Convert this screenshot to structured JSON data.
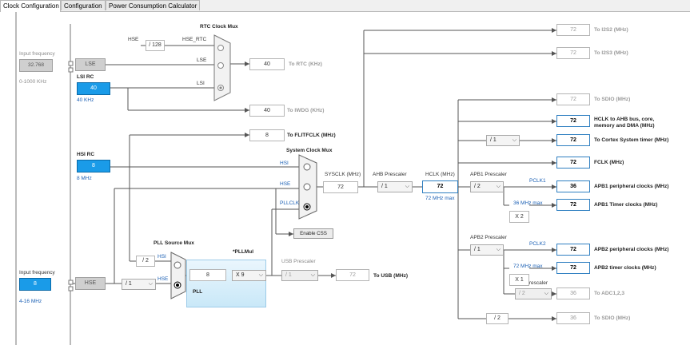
{
  "tabs": [
    "Clock Configuration",
    "Configuration",
    "Power Consumption Calculator"
  ],
  "rtc_mux_title": "RTC Clock Mux",
  "sysclk_mux_title": "System Clock Mux",
  "pll_src_mux_title": "PLL Source Mux",
  "usb_prescaler_title": "USB Prescaler",
  "ahb_prescaler_title": "AHB Prescaler",
  "apb1_prescaler_title": "APB1 Prescaler",
  "apb2_prescaler_title": "APB2 Prescaler",
  "adc_prescaler_title": "ADC Prescaler",
  "lse": {
    "freq_label": "Input frequency",
    "value": "32.768",
    "range": "0-1000 KHz",
    "block": "LSE"
  },
  "lsi": {
    "title": "LSI RC",
    "value": "40",
    "freq": "40 KHz"
  },
  "hsi": {
    "title": "HSI RC",
    "value": "8",
    "freq": "8 MHz"
  },
  "hse": {
    "freq_label": "Input frequency",
    "value": "8",
    "range": "4-16 MHz",
    "block": "HSE"
  },
  "rtc_inputs": {
    "hse": "HSE",
    "div128": "/ 128",
    "hse_rtc": "HSE_RTC",
    "lse": "LSE",
    "lsi": "LSI"
  },
  "rtc_out": {
    "value": "40",
    "label": "To RTC (KHz)"
  },
  "iwdg_out": {
    "value": "40",
    "label": "To IWDG (KHz)"
  },
  "flitf_out": {
    "value": "8",
    "label": "To FLITFCLK (MHz)"
  },
  "sys_inputs": {
    "hsi": "HSI",
    "hse": "HSE",
    "pllclk": "PLLCLK"
  },
  "enable_css": "Enable CSS",
  "sysclk": {
    "label": "SYSCLK (MHz)",
    "value": "72"
  },
  "ahb_div": "/ 1",
  "hclk": {
    "label": "HCLK (MHz)",
    "value": "72",
    "max": "72 MHz max"
  },
  "apb1_div": "/ 2",
  "pclk1": {
    "label": "PCLK1",
    "max": "36 MHz max"
  },
  "apb1_timer_mult": "X 2",
  "apb2_div": "/ 1",
  "pclk2": {
    "label": "PCLK2",
    "max": "72 MHz max"
  },
  "apb2_timer_mult": "X 1",
  "adc_div": "/ 2",
  "cortex_div": "/ 1",
  "sdio_div": "/ 2",
  "pll_src": {
    "div2": "/ 2",
    "hsi": "HSI",
    "hse": "HSE",
    "hse_div": "/ 1"
  },
  "pll": {
    "mul_label": "*PLLMul",
    "value": "8",
    "mul": "X 9",
    "name": "PLL"
  },
  "usb": {
    "div": "/ 1",
    "value": "72",
    "label": "To USB (MHz)"
  },
  "outputs": [
    {
      "value": "72",
      "label": "To I2S2 (MHz)",
      "active": false
    },
    {
      "value": "72",
      "label": "To I2S3 (MHz)",
      "active": false
    },
    {
      "value": "72",
      "label": "To SDIO (MHz)",
      "active": false
    },
    {
      "value": "72",
      "label": "HCLK to AHB bus, core,",
      "label2": "memory and DMA (MHz)",
      "active": true
    },
    {
      "value": "72",
      "label": "To Cortex System timer (MHz)",
      "active": true
    },
    {
      "value": "72",
      "label": "FCLK (MHz)",
      "active": true
    },
    {
      "value": "36",
      "label": "APB1 peripheral clocks (MHz)",
      "active": true
    },
    {
      "value": "72",
      "label": "APB1 Timer clocks (MHz)",
      "active": true
    },
    {
      "value": "72",
      "label": "APB2 peripheral clocks (MHz)",
      "active": true
    },
    {
      "value": "72",
      "label": "APB2 timer clocks (MHz)",
      "active": true
    },
    {
      "value": "36",
      "label": "To ADC1,2,3",
      "active": false
    },
    {
      "value": "36",
      "label": "To SDIO (MHz)",
      "active": false
    }
  ]
}
